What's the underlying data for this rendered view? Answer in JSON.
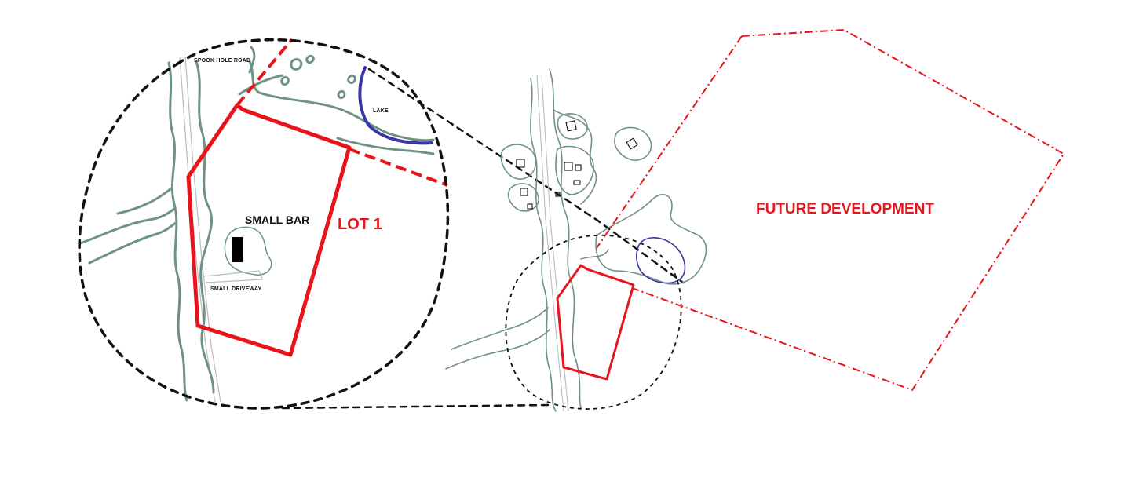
{
  "labels": {
    "road": "SPOOK HOLE ROAD",
    "lake": "LAKE",
    "bar": "SMALL BAR",
    "lot": "LOT 1",
    "driveway": "SMALL DRIVEWAY",
    "future": "FUTURE DEVELOPMENT"
  },
  "colors": {
    "lot_boundary": "#e8141b",
    "vegetation": "#6e9384",
    "lake": "#3b37a6",
    "outline": "#111111",
    "road": "#bbbbbb",
    "background": "#ffffff"
  }
}
